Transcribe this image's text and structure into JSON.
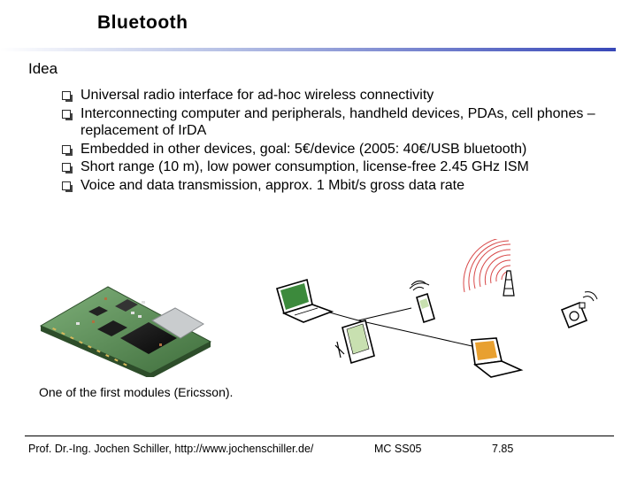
{
  "slide": {
    "title": "Bluetooth",
    "section": "Idea",
    "bullets": [
      "Universal radio interface for ad-hoc wireless connectivity",
      "Interconnecting computer and peripherals, handheld devices, PDAs, cell phones – replacement of IrDA",
      "Embedded in other devices, goal: 5€/device (2005: 40€/USB bluetooth)",
      "Short range (10 m), low power consumption, license-free 2.45 GHz ISM",
      "Voice and data transmission, approx. 1 Mbit/s gross data rate"
    ],
    "caption": "One of the first modules (Ericsson)."
  },
  "footer": {
    "author": "Prof. Dr.-Ing. Jochen Schiller, http://www.jochenschiller.de/",
    "course": "MC SS05",
    "page": "7.85"
  },
  "colors": {
    "rule_accent": "#3848b8",
    "laptop_screen": "#3c8a3c",
    "laptop_screen_orange": "#e8a030",
    "radio_waves": "#d84848",
    "pda_screen": "#c8e0b0"
  },
  "icons": [
    "bullet-square-icon",
    "bluetooth-module-photo",
    "laptop-icon",
    "phone-icon",
    "pda-icon",
    "cell-tower-icon",
    "camera-icon"
  ]
}
